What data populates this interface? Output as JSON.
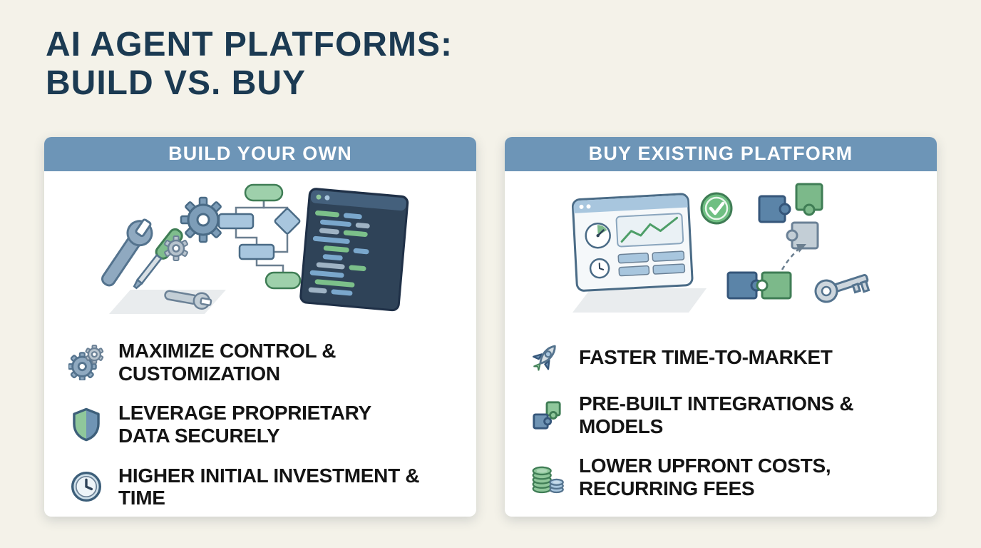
{
  "page": {
    "title_line1": "AI AGENT PLATFORMS:",
    "title_line2": "BUILD VS. BUY"
  },
  "colors": {
    "background": "#f4f2e9",
    "header": "#6d95b7",
    "title": "#1b3a52",
    "text": "#141414",
    "accent_green": "#7cb98a",
    "accent_blue": "#5b84a8"
  },
  "columns": [
    {
      "header": "BUILD YOUR OWN",
      "illustration": "tools-flowchart-code",
      "items": [
        {
          "icon": "gears-icon",
          "text": "MAXIMIZE CONTROL & CUSTOMIZATION"
        },
        {
          "icon": "shield-icon",
          "text": "LEVERAGE PROPRIETARY DATA SECURELY"
        },
        {
          "icon": "clock-icon",
          "text": "HIGHER INITIAL INVESTMENT & TIME"
        }
      ]
    },
    {
      "header": "BUY EXISTING PLATFORM",
      "illustration": "dashboard-puzzle-key",
      "items": [
        {
          "icon": "rocket-icon",
          "text": "FASTER TIME-TO-MARKET"
        },
        {
          "icon": "puzzle-icon",
          "text": "PRE-BUILT INTEGRATIONS & MODELS"
        },
        {
          "icon": "coins-icon",
          "text": "LOWER UPFRONT COSTS, RECURRING FEES"
        }
      ]
    }
  ]
}
